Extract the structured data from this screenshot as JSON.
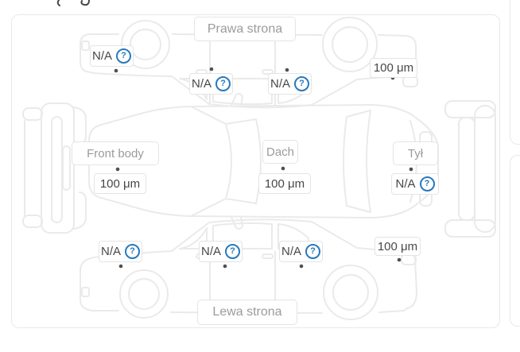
{
  "labels": {
    "right_side": "Prawa strona",
    "left_side": "Lewa strona",
    "front_body": "Front body",
    "roof": "Dach",
    "rear": "Tył"
  },
  "measurements": [
    {
      "id": "top-front-fender",
      "value": "N/A",
      "help": true
    },
    {
      "id": "top-front-door",
      "value": "N/A",
      "help": true
    },
    {
      "id": "top-rear-door",
      "value": "N/A",
      "help": true
    },
    {
      "id": "top-rear-fender",
      "value": "100 μm",
      "help": false
    },
    {
      "id": "front-body",
      "value": "100 μm",
      "help": false
    },
    {
      "id": "roof",
      "value": "100 μm",
      "help": false
    },
    {
      "id": "rear",
      "value": "N/A",
      "help": true
    },
    {
      "id": "bottom-front-fender",
      "value": "N/A",
      "help": true
    },
    {
      "id": "bottom-front-door",
      "value": "N/A",
      "help": true
    },
    {
      "id": "bottom-rear-door",
      "value": "N/A",
      "help": true
    },
    {
      "id": "bottom-rear-fender",
      "value": "100 μm",
      "help": false
    }
  ],
  "icons": {
    "help": "?"
  },
  "colors": {
    "accent_blue": "#2779bd",
    "car_outline": "#eaeaea",
    "label_text": "#9b9b9b",
    "value_text": "#474747",
    "panel_border": "#e8e8e8"
  }
}
